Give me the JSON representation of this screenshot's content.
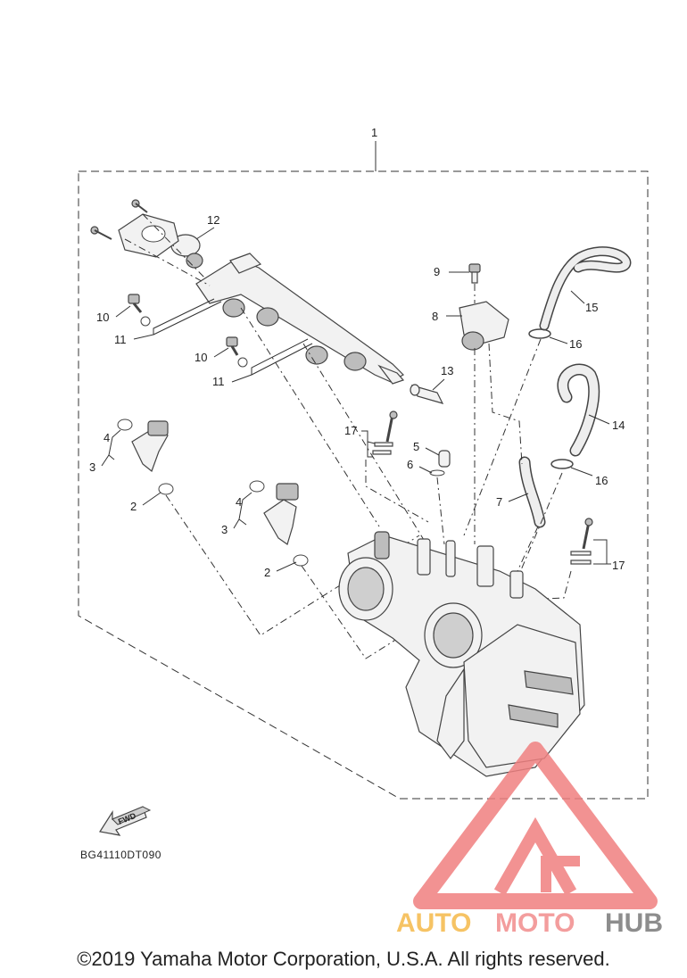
{
  "diagram": {
    "callouts": {
      "c1": "1",
      "c2a": "2",
      "c2b": "2",
      "c3a": "3",
      "c3b": "3",
      "c4a": "4",
      "c4b": "4",
      "c5": "5",
      "c6": "6",
      "c7": "7",
      "c8": "8",
      "c9": "9",
      "c10a": "10",
      "c10b": "10",
      "c11a": "11",
      "c11b": "11",
      "c12": "12",
      "c13": "13",
      "c14": "14",
      "c15": "15",
      "c16a": "16",
      "c16b": "16",
      "c17a": "17",
      "c17b": "17"
    },
    "fwd_label": "FWD",
    "diagram_code": "BG41110DT090"
  },
  "watermark": {
    "word_auto": "AUTO",
    "word_moto": "MOTO",
    "word_hub": "HUB",
    "colors": {
      "auto": "#f5b94a",
      "moto": "#f28c8c",
      "hub": "#7a7a7a",
      "triangle": "#f08080"
    }
  },
  "footer": {
    "copyright": "©2019 Yamaha Motor Corporation, U.S.A. All rights reserved."
  }
}
